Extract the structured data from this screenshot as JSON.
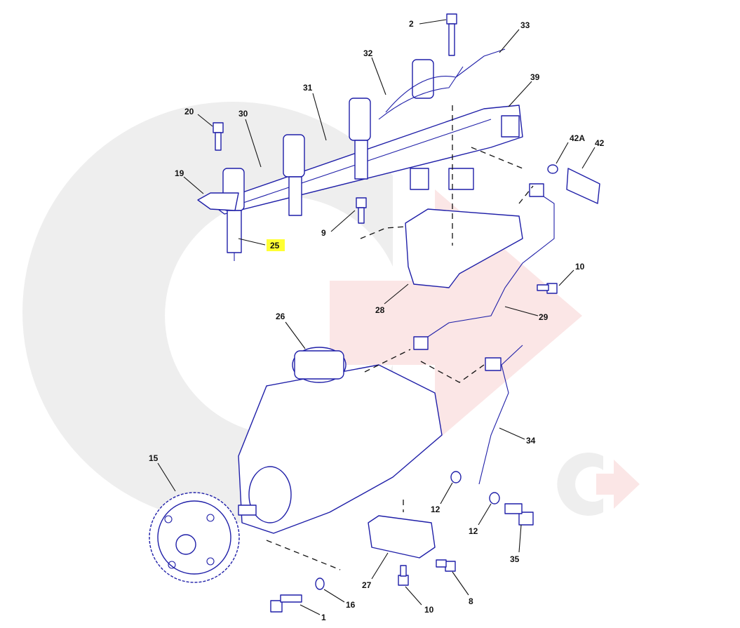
{
  "diagram": {
    "highlight_color": "#ffff33",
    "line_color": "#1f1fa8",
    "watermark_colors": {
      "grey": "#eeeeee",
      "red": "#fbe6e6"
    },
    "labels": {
      "p2": "2",
      "p33": "33",
      "p32": "32",
      "p31": "31",
      "p39": "39",
      "p20": "20",
      "p30": "30",
      "p42A": "42A",
      "p42": "42",
      "p19": "19",
      "p9": "9",
      "p25": "25",
      "p10a": "10",
      "p28": "28",
      "p29": "29",
      "p26": "26",
      "p34": "34",
      "p15": "15",
      "p12a": "12",
      "p12b": "12",
      "p35": "35",
      "p27": "27",
      "p8": "8",
      "p16": "16",
      "p10b": "10",
      "p1": "1"
    },
    "highlighted_part": "25"
  }
}
